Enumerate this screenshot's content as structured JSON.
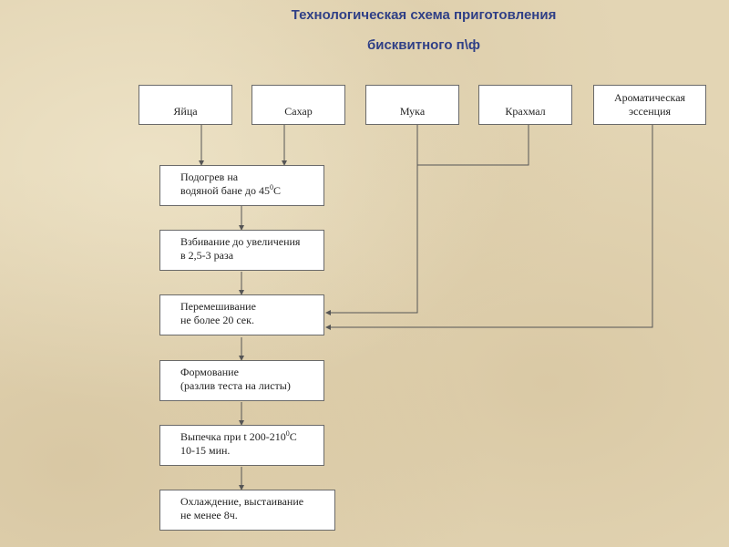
{
  "title": {
    "line1": "Технологическая схема приготовления",
    "line2": "бисквитного п\\ф"
  },
  "ingredients": [
    "Яйца",
    "Сахар",
    "Мука",
    "Крахмал",
    "Ароматическая эссенция"
  ],
  "steps": [
    {
      "line1": "Подогрев на",
      "line2_pre": "водяной бане до 45",
      "sup": "0",
      "line2_post": "С"
    },
    {
      "line1": "Взбивание до увеличения",
      "line2": "в 2,5-3 раза"
    },
    {
      "line1": "Перемешивание",
      "line2": "не более 20 сек."
    },
    {
      "line1": "Формование",
      "line2": "(разлив теста на листы)"
    },
    {
      "line1_pre": "Выпечка при t 200-210",
      "sup": "0",
      "line1_post": "С",
      "line2": "10-15 мин."
    },
    {
      "line1": "Охлаждение, выстаивание",
      "line2": "не менее 8ч."
    }
  ],
  "colors": {
    "title": "#2f3f86",
    "line": "#555555",
    "box_border": "#6a6a6a"
  }
}
